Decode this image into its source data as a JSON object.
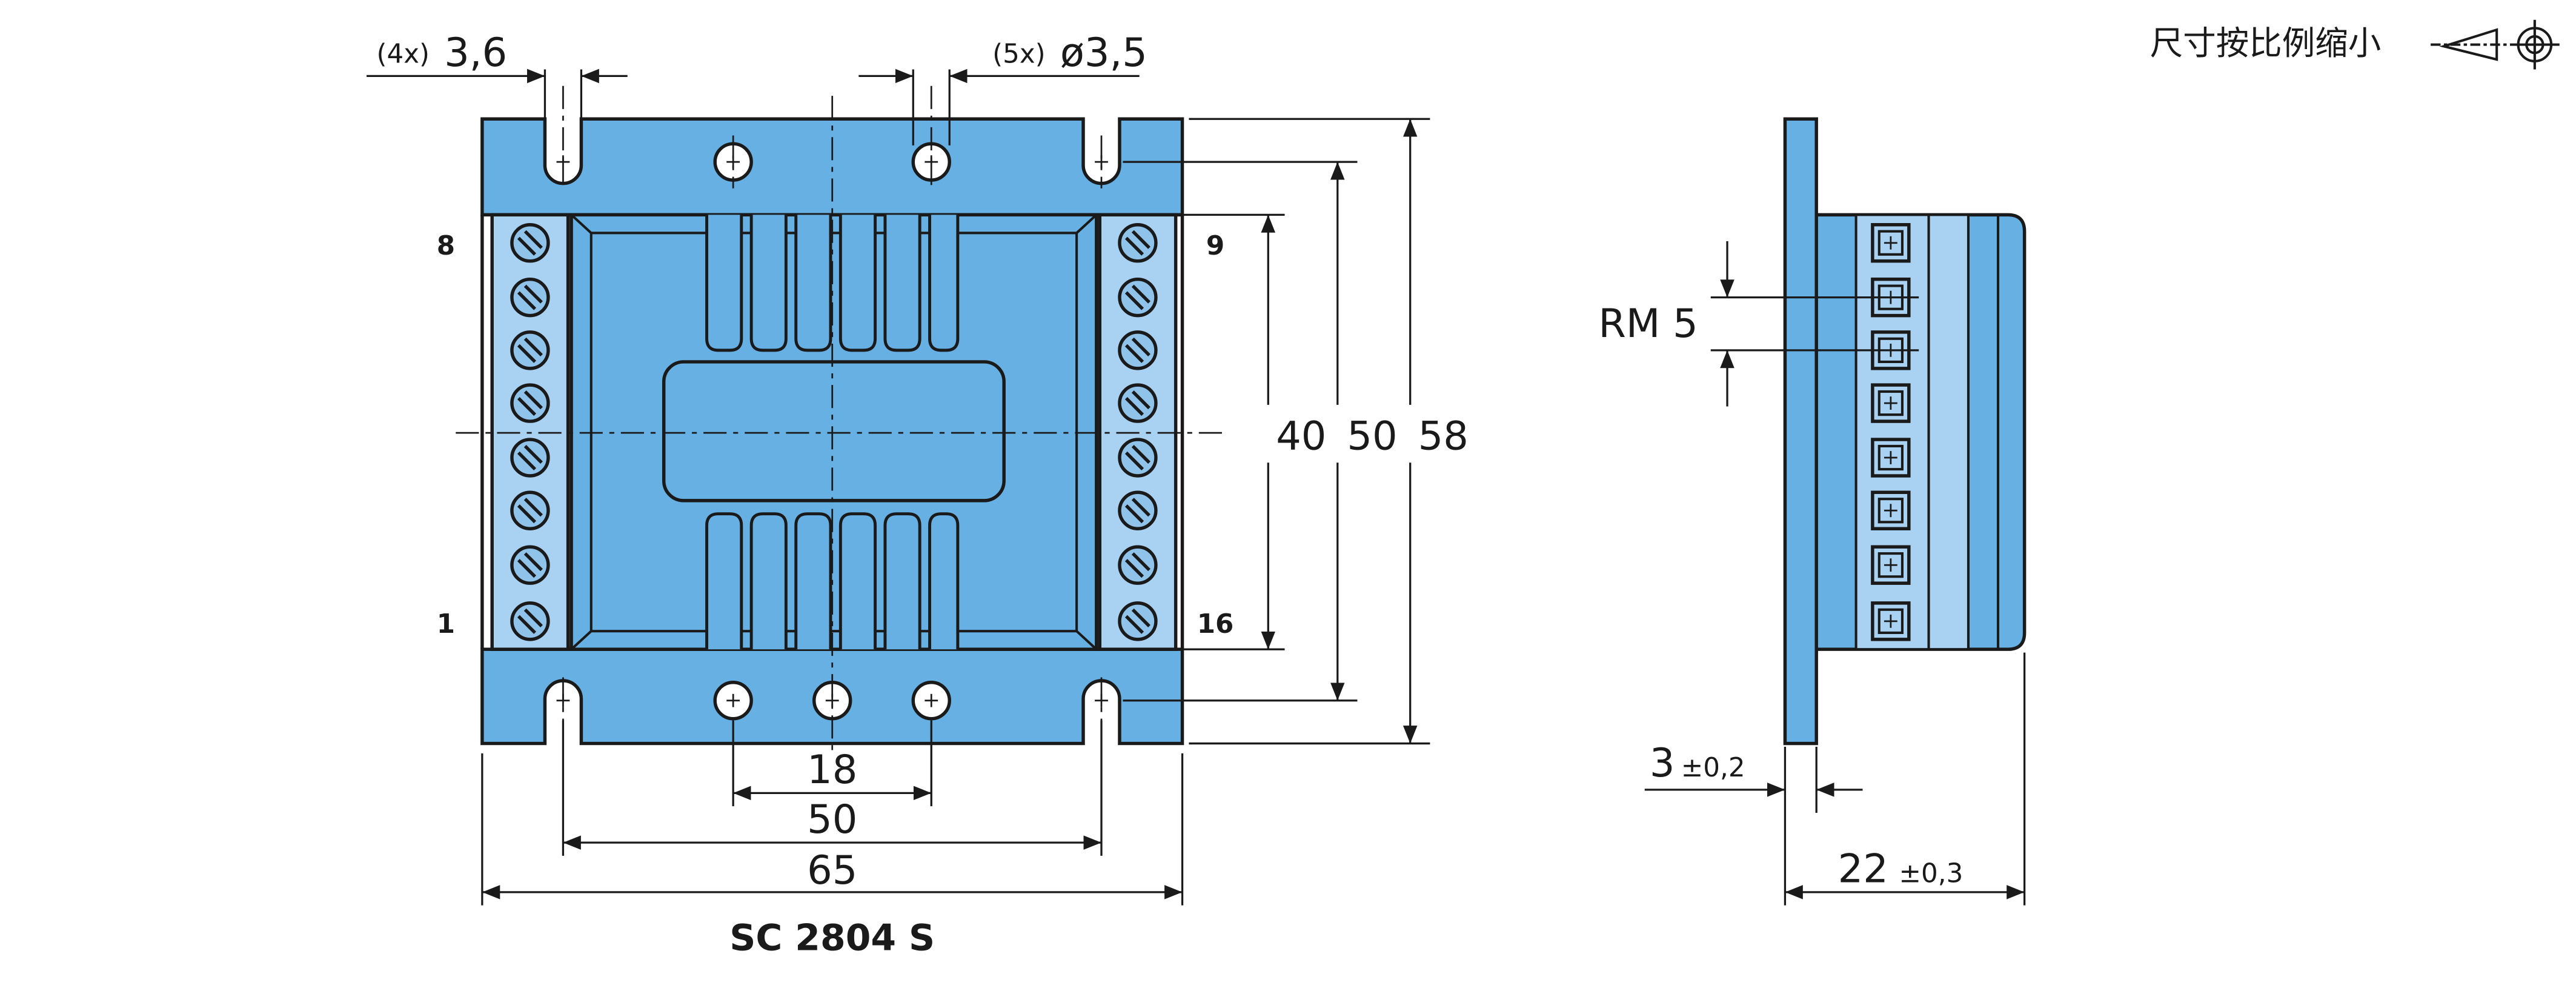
{
  "projection_note": "尺寸按比例缩小",
  "model": "SC 2804 S",
  "front": {
    "slot_dim": {
      "count": "(4x)",
      "value": "3,6"
    },
    "hole_dim": {
      "count": "(5x)",
      "value": "ø3,5"
    },
    "pin_labels": {
      "top_left": "8",
      "bottom_left": "1",
      "top_right": "9",
      "bottom_right": "16"
    },
    "dims_right": {
      "d40": "40",
      "d50": "50",
      "d58": "58"
    },
    "dims_bottom": {
      "d18": "18",
      "d50": "50",
      "d65": "65"
    }
  },
  "side": {
    "pitch": "RM 5",
    "flange": {
      "value": "3",
      "tol": "±0,2"
    },
    "depth": {
      "value": "22",
      "tol": "±0,3"
    }
  },
  "colors": {
    "body": "#67b0e3",
    "terminal": "#a9d1f1",
    "line": "#1a1a1a"
  }
}
